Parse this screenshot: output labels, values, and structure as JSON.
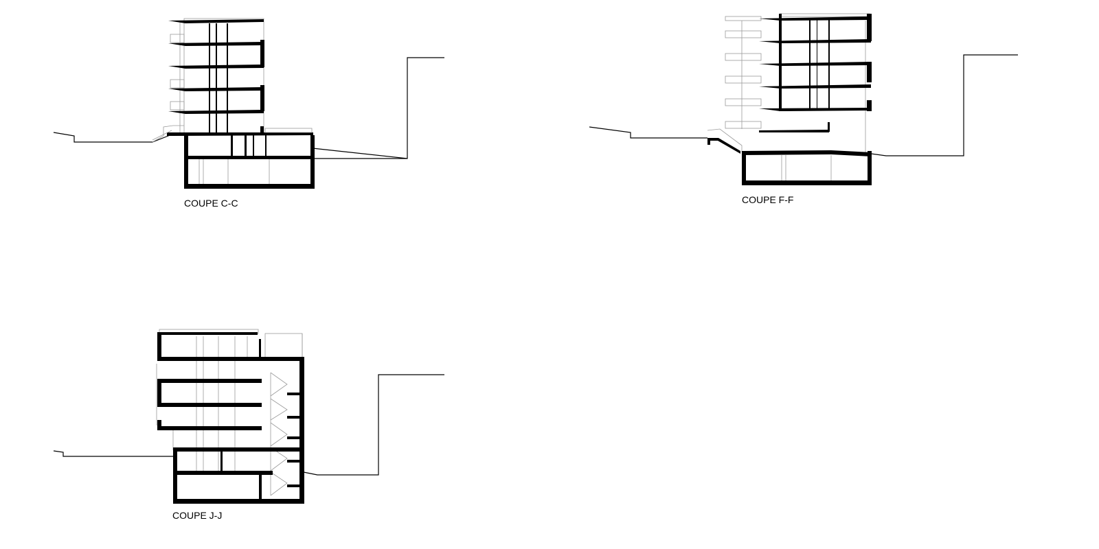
{
  "sections": [
    {
      "id": "c",
      "label": "COUPE C-C"
    },
    {
      "id": "f",
      "label": "COUPE F-F"
    },
    {
      "id": "j",
      "label": "COUPE J-J"
    }
  ]
}
